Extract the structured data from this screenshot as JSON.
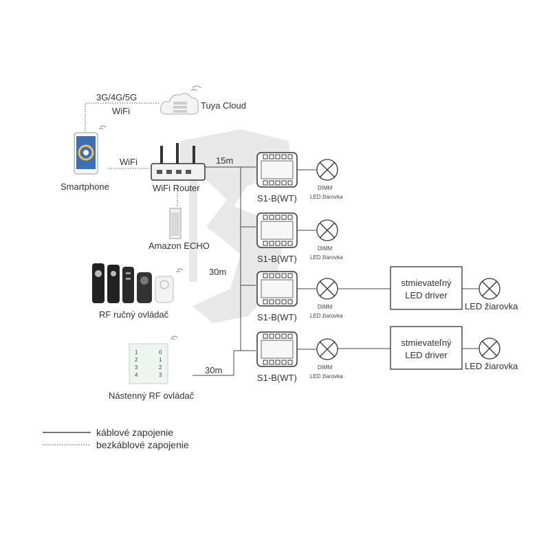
{
  "labels": {
    "network": "3G/4G/5G",
    "wifi_top": "WiFi",
    "cloud": "Tuya Cloud",
    "smartphone": "Smartphone",
    "wifi_mid": "WiFi",
    "router": "WiFi Router",
    "echo": "Amazon ECHO",
    "rf_remote": "RF ručný ovládač",
    "wall_remote": "Nástenný RF ovládač",
    "dist_15m": "15m",
    "dist_30m_1": "30m",
    "dist_30m_2": "30m"
  },
  "controllers": [
    {
      "label": "S1-B(WT)",
      "dimm": "DIMM",
      "bulb": "LED žiarovka"
    },
    {
      "label": "S1-B(WT)",
      "dimm": "DIMM",
      "bulb": "LED žiarovka"
    },
    {
      "label": "S1-B(WT)",
      "dimm": "DIMM",
      "bulb": "LED žiarovka"
    },
    {
      "label": "S1-B(WT)",
      "dimm": "DIMM",
      "bulb": "LED žiarovka"
    }
  ],
  "drivers": [
    {
      "line1": "stmievateľný",
      "line2": "LED driver",
      "bulb": "LED žiarovka"
    },
    {
      "line1": "stmievateľný",
      "line2": "LED driver",
      "bulb": "LED žiarovka"
    }
  ],
  "wall_panel": {
    "left": [
      "1",
      "2",
      "3",
      "4"
    ],
    "right": [
      "0",
      "1",
      "2",
      "3"
    ]
  },
  "legend": {
    "wired": "káblové zapojenie",
    "wireless": "bezkáblové zapojenie"
  },
  "colors": {
    "line": "#444444",
    "watermark": "#e6e6e6",
    "phone_screen": "#3b6fb6",
    "ring": "#f0c24a"
  }
}
